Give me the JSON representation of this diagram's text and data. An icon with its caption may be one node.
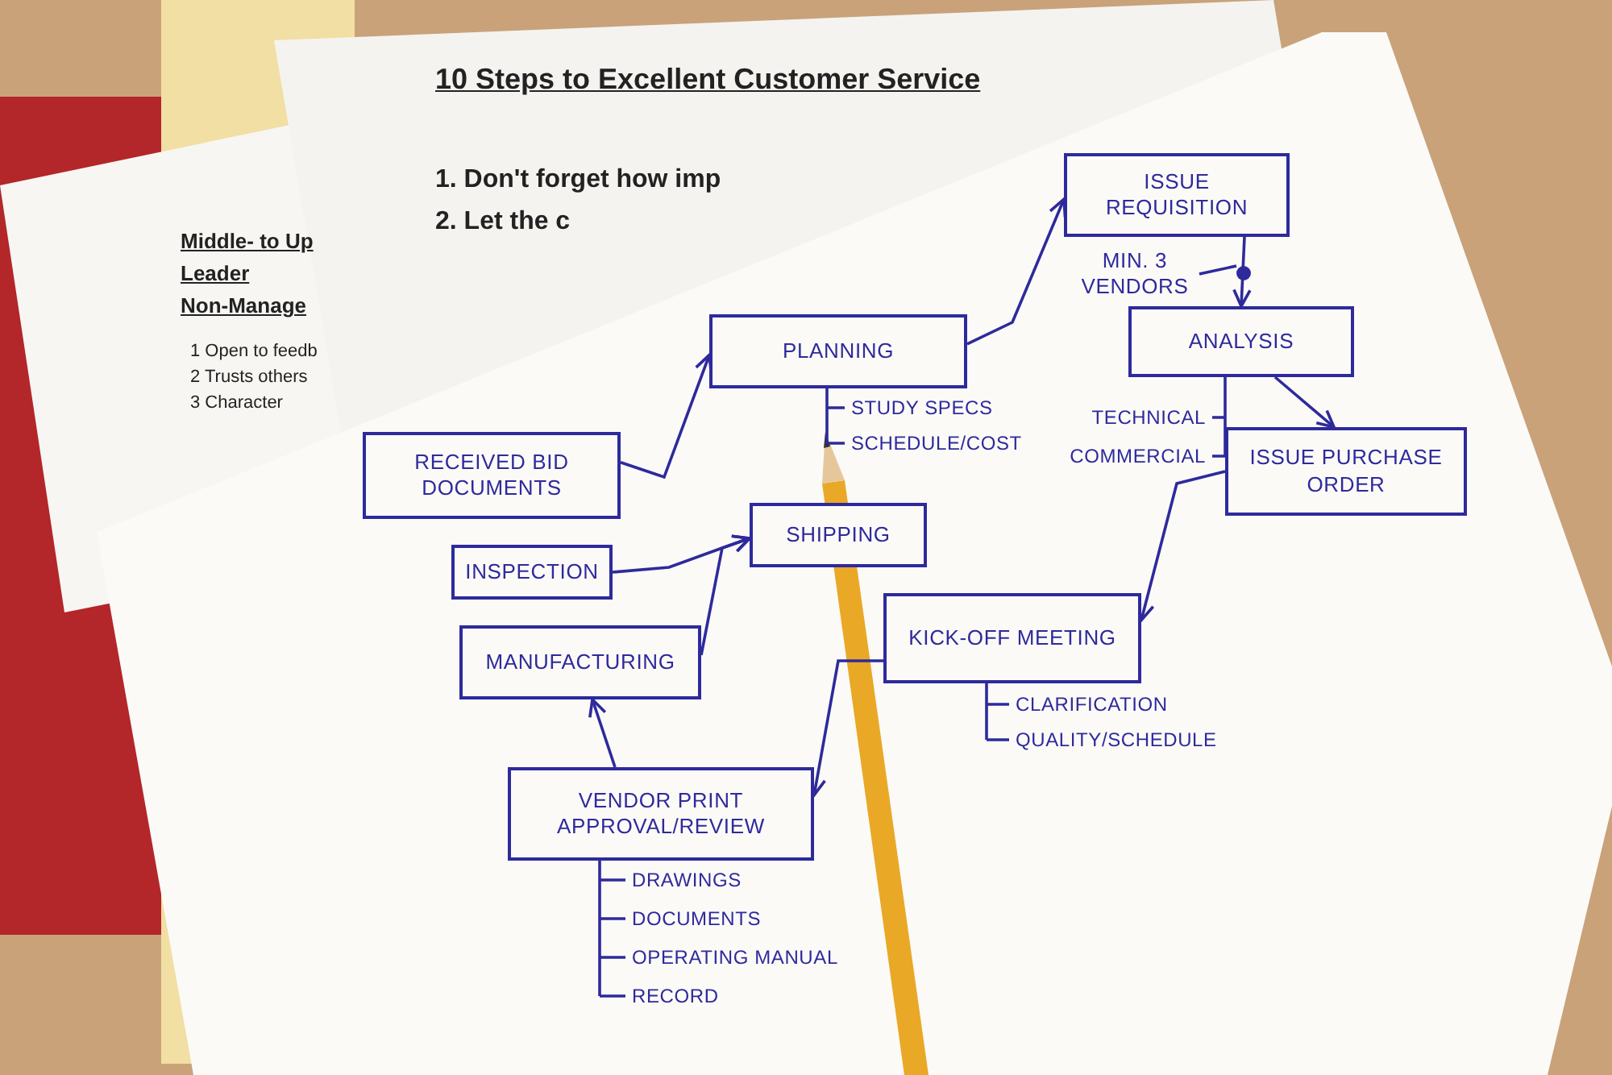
{
  "diagram": {
    "nodes": [
      {
        "text": [
          "RECEIVED BID DOCUMENTS"
        ]
      },
      {
        "text": [
          "PLANNING"
        ],
        "beside": [
          "STUDY SPECS",
          "SCHEDULE/COST"
        ]
      },
      {
        "text": [
          "ISSUE REQUISITION"
        ]
      },
      {
        "text": [
          "ANALYSIS"
        ],
        "beside": [
          "TECHNICAL",
          "COMMERCIAL"
        ]
      },
      {
        "text": [
          "ISSUE PURCHASE ORDER"
        ]
      },
      {
        "text": [
          "KICK-OFF MEETING"
        ],
        "beside": [
          "CLARIFICATION",
          "QUALITY/SCHEDULE"
        ]
      },
      {
        "text": [
          "VENDOR PRINT APPROVAL/REVIEW"
        ],
        "beside": [
          "DRAWINGS",
          "DOCUMENTS",
          "OPERATING MANUAL",
          "RECORD"
        ]
      },
      {
        "text": [
          "MANUFACTURING"
        ]
      },
      {
        "text": [
          "INSPECTION"
        ]
      },
      {
        "text": [
          "SHIPPING"
        ]
      },
      {
        "text": [
          "MIN. 3 VENDORS"
        ]
      },
      {
        "text": [],
        "shape": "circle"
      }
    ],
    "edges": [
      {
        "from": 0,
        "to": 1,
        "arrow": "to"
      },
      {
        "from": 1,
        "to": 2,
        "arrow": "to"
      },
      {
        "from": 2,
        "to": 3,
        "arrow": "to"
      },
      {
        "from": 3,
        "to": 4,
        "arrow": "to"
      },
      {
        "from": 4,
        "to": 5,
        "arrow": "to"
      },
      {
        "from": 5,
        "to": 6,
        "arrow": "to"
      },
      {
        "from": 6,
        "to": 7,
        "arrow": "to"
      },
      {
        "from": 8,
        "to": 9,
        "arrow": "to"
      },
      {
        "from": 7,
        "to": 9,
        "arrow": "to"
      },
      {
        "from": 10,
        "to": 11,
        "arrow": "none"
      }
    ],
    "labels": [
      "10 Steps to Excellent Customer Service",
      "1. Don't forget how imp",
      "2. Let the c",
      "Middle- to Up",
      "Leader",
      "Non-Manage",
      "1 Open to feedb",
      "2 Trusts others",
      "3 Character"
    ]
  }
}
